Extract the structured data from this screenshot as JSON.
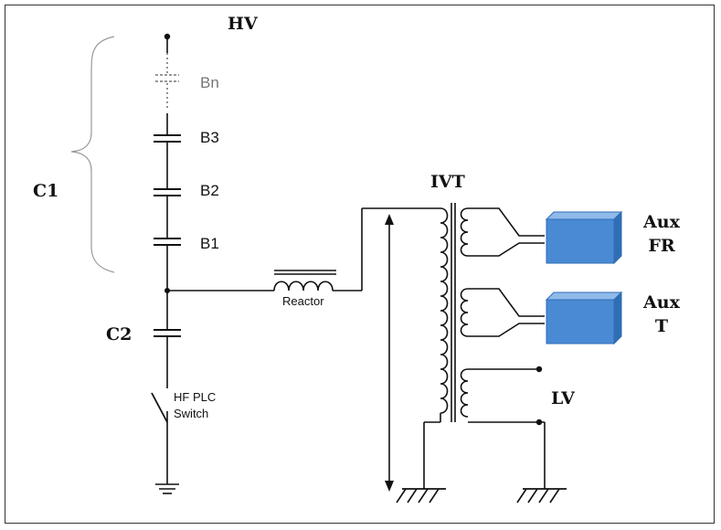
{
  "labels": {
    "hv": "HV",
    "bn": "Bn",
    "b3": "B3",
    "b2": "B2",
    "b1": "B1",
    "c1": "C1",
    "c2": "C2",
    "reactor": "Reactor",
    "switch_line1": "HF PLC",
    "switch_line2": "Switch",
    "ivt": "IVT",
    "aux_fr_line1": "Aux",
    "aux_fr_line2": "FR",
    "aux_t_line1": "Aux",
    "aux_t_line2": "T",
    "lv": "LV"
  },
  "colors": {
    "line": "#111111",
    "box_front": "#4a8ad4",
    "box_top": "#8fbaea",
    "box_side": "#2f6db5",
    "brace": "#999999"
  }
}
